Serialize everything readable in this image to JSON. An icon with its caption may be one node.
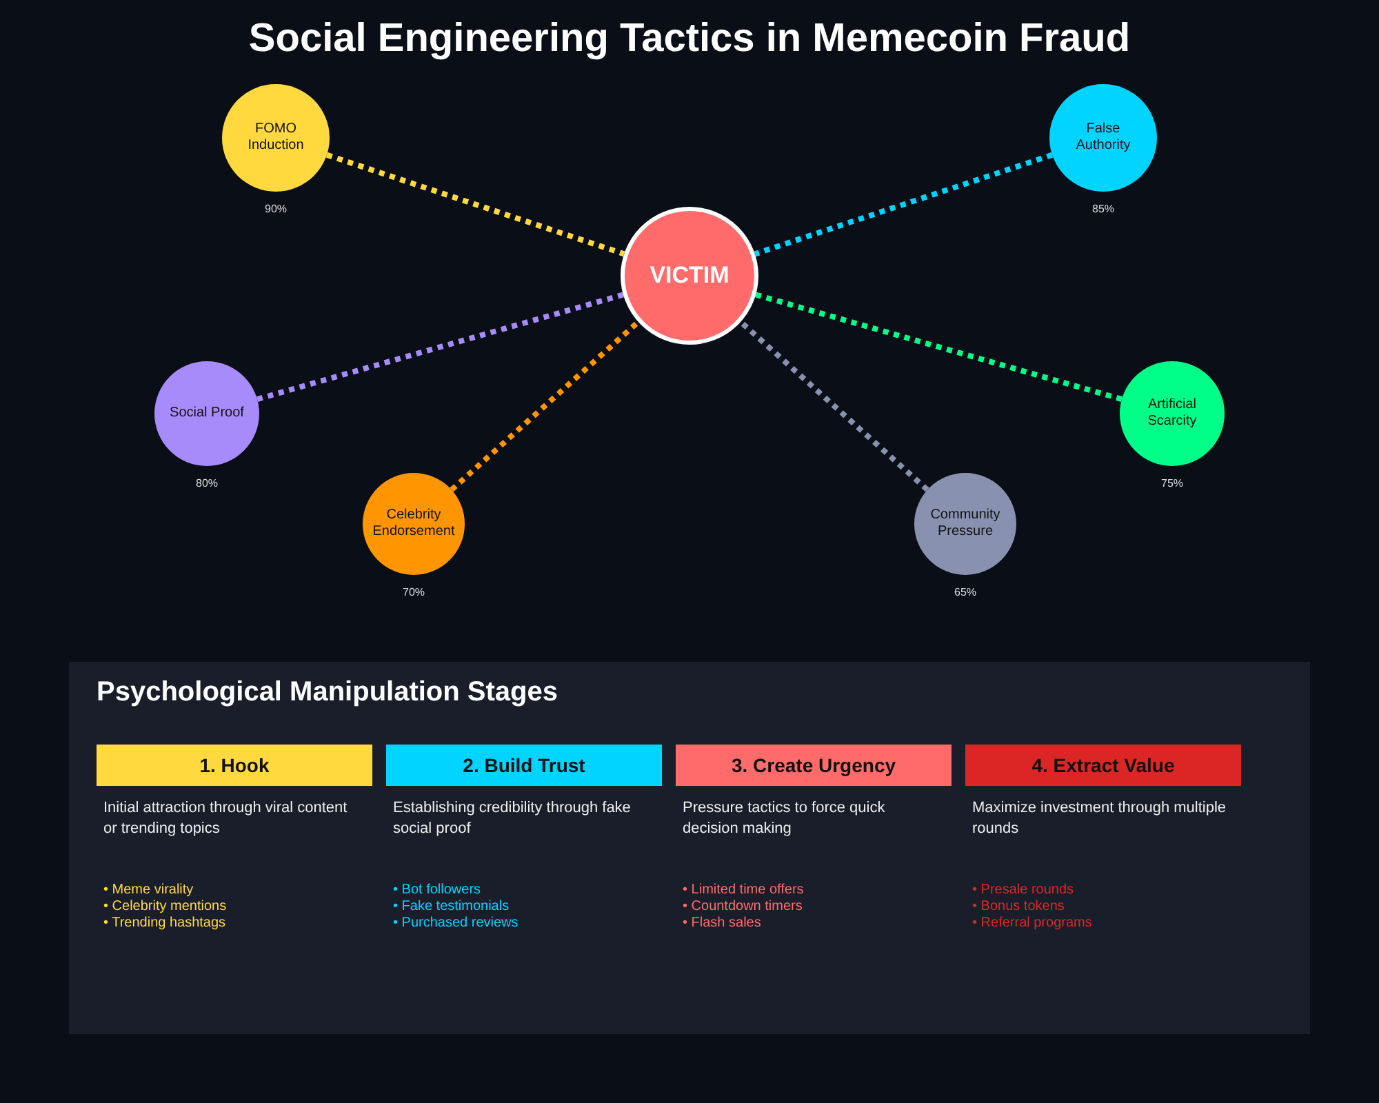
{
  "diagram": {
    "title": "Social Engineering Tactics in Memecoin Fraud",
    "nodes": [
      {
        "text": [
          "FOMO Induction"
        ],
        "beside": [
          "90%"
        ]
      },
      {
        "text": [
          "False Authority"
        ],
        "beside": [
          "85%"
        ]
      },
      {
        "text": [
          "VICTIM"
        ]
      },
      {
        "text": [
          "Social Proof"
        ],
        "beside": [
          "80%"
        ]
      },
      {
        "text": [
          "Artificial Scarcity"
        ],
        "beside": [
          "75%"
        ]
      },
      {
        "text": [
          "Celebrity Endorsement"
        ],
        "beside": [
          "70%"
        ]
      },
      {
        "text": [
          "Community Pressure"
        ],
        "beside": [
          "65%"
        ]
      },
      {
        "text": [
          "Psychological Manipulation Stages"
        ]
      },
      {
        "text": [
          "1. Hook"
        ],
        "in": 7,
        "beside": [
          "Initial attraction through viral content or trending topics",
          "• Meme virality",
          "• Celebrity mentions",
          "• Trending hashtags"
        ]
      },
      {
        "text": [
          "2. Build Trust"
        ],
        "in": 7,
        "beside": [
          "Establishing credibility through fake social proof",
          "• Bot followers",
          "• Fake testimonials",
          "• Purchased reviews"
        ]
      },
      {
        "text": [
          "3. Create Urgency"
        ],
        "in": 7,
        "beside": [
          "Pressure tactics to force quick decision making",
          "• Limited time offers",
          "• Countdown timers",
          "• Flash sales"
        ]
      },
      {
        "text": [
          "4. Extract Value"
        ],
        "in": 7,
        "beside": [
          "Maximize investment through multiple rounds",
          "• Presale rounds",
          "• Bonus tokens",
          "• Referral programs"
        ]
      }
    ],
    "edges": [
      {
        "from": 0,
        "to": 2,
        "arrow": "none",
        "style": "dashed",
        "color": "#ffd93d"
      },
      {
        "from": 1,
        "to": 2,
        "arrow": "none",
        "style": "dashed",
        "color": "#00d4ff"
      },
      {
        "from": 3,
        "to": 2,
        "arrow": "none",
        "style": "dashed",
        "color": "#a78bfa"
      },
      {
        "from": 4,
        "to": 2,
        "arrow": "none",
        "style": "dashed",
        "color": "#00ff88"
      },
      {
        "from": 5,
        "to": 2,
        "arrow": "none",
        "style": "dashed",
        "color": "#ff9500"
      },
      {
        "from": 6,
        "to": 2,
        "arrow": "none",
        "style": "dashed",
        "color": "#8892b0"
      }
    ]
  }
}
